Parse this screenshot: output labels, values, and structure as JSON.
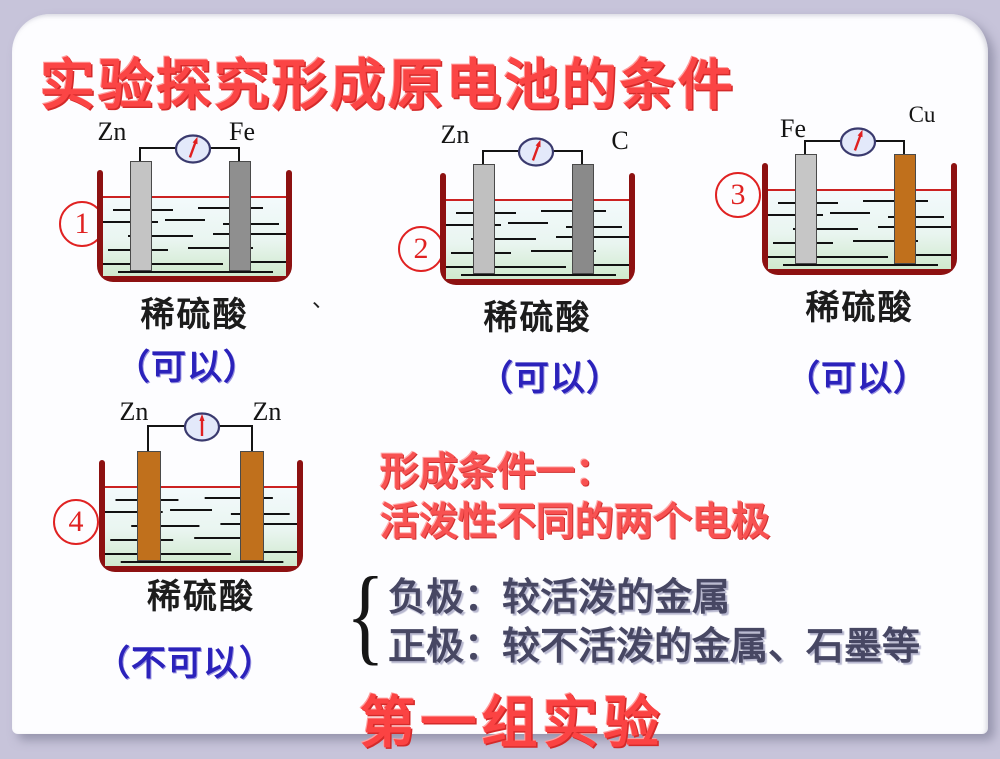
{
  "title": "实验探究形成原电池的条件",
  "cells": [
    {
      "badge": "1",
      "left_label": "Zn",
      "right_label": "Fe",
      "left_color": "#c4c4c4",
      "right_color": "#8f8f8f",
      "caption": "稀硫酸",
      "verdict": "（可以）",
      "meter_deflected": true
    },
    {
      "badge": "2",
      "left_label": "Zn",
      "right_label": "C",
      "left_color": "#c0c0c0",
      "right_color": "#8a8a8a",
      "caption": "稀硫酸",
      "verdict": "（可以）",
      "meter_deflected": true
    },
    {
      "badge": "3",
      "left_label": "Fe",
      "right_label": "Cu",
      "left_color": "#c6c6c6",
      "right_color": "#c0701c",
      "caption": "稀硫酸",
      "verdict": "（可以）",
      "meter_deflected": true
    },
    {
      "badge": "4",
      "left_label": "Zn",
      "right_label": "Zn",
      "left_color": "#c0701c",
      "right_color": "#c0701c",
      "caption": "稀硫酸",
      "verdict": "（不可以）",
      "meter_deflected": false
    }
  ],
  "condition": {
    "line1": "形成条件一：",
    "line2": "活泼性不同的两个电极"
  },
  "notes": {
    "brace": "{",
    "negative": "负极：较活泼的金属",
    "positive": "正极：较不活泼的金属、石墨等"
  },
  "footer": "第一组实验",
  "stray_mark": "、",
  "colors": {
    "page_bg": "#c7c4da",
    "panel_bg": "#fdfdff",
    "title_red": "#fb4545",
    "condition_red": "#f85252",
    "verdict_blue": "#2b22bb",
    "note_dark": "#474763",
    "beaker_red": "#8d1111",
    "liquid_surface_red": "#cc2222",
    "copper_orange": "#c0701c",
    "meter_face": "#e3e9fa",
    "meter_needle_red": "#e02020"
  }
}
